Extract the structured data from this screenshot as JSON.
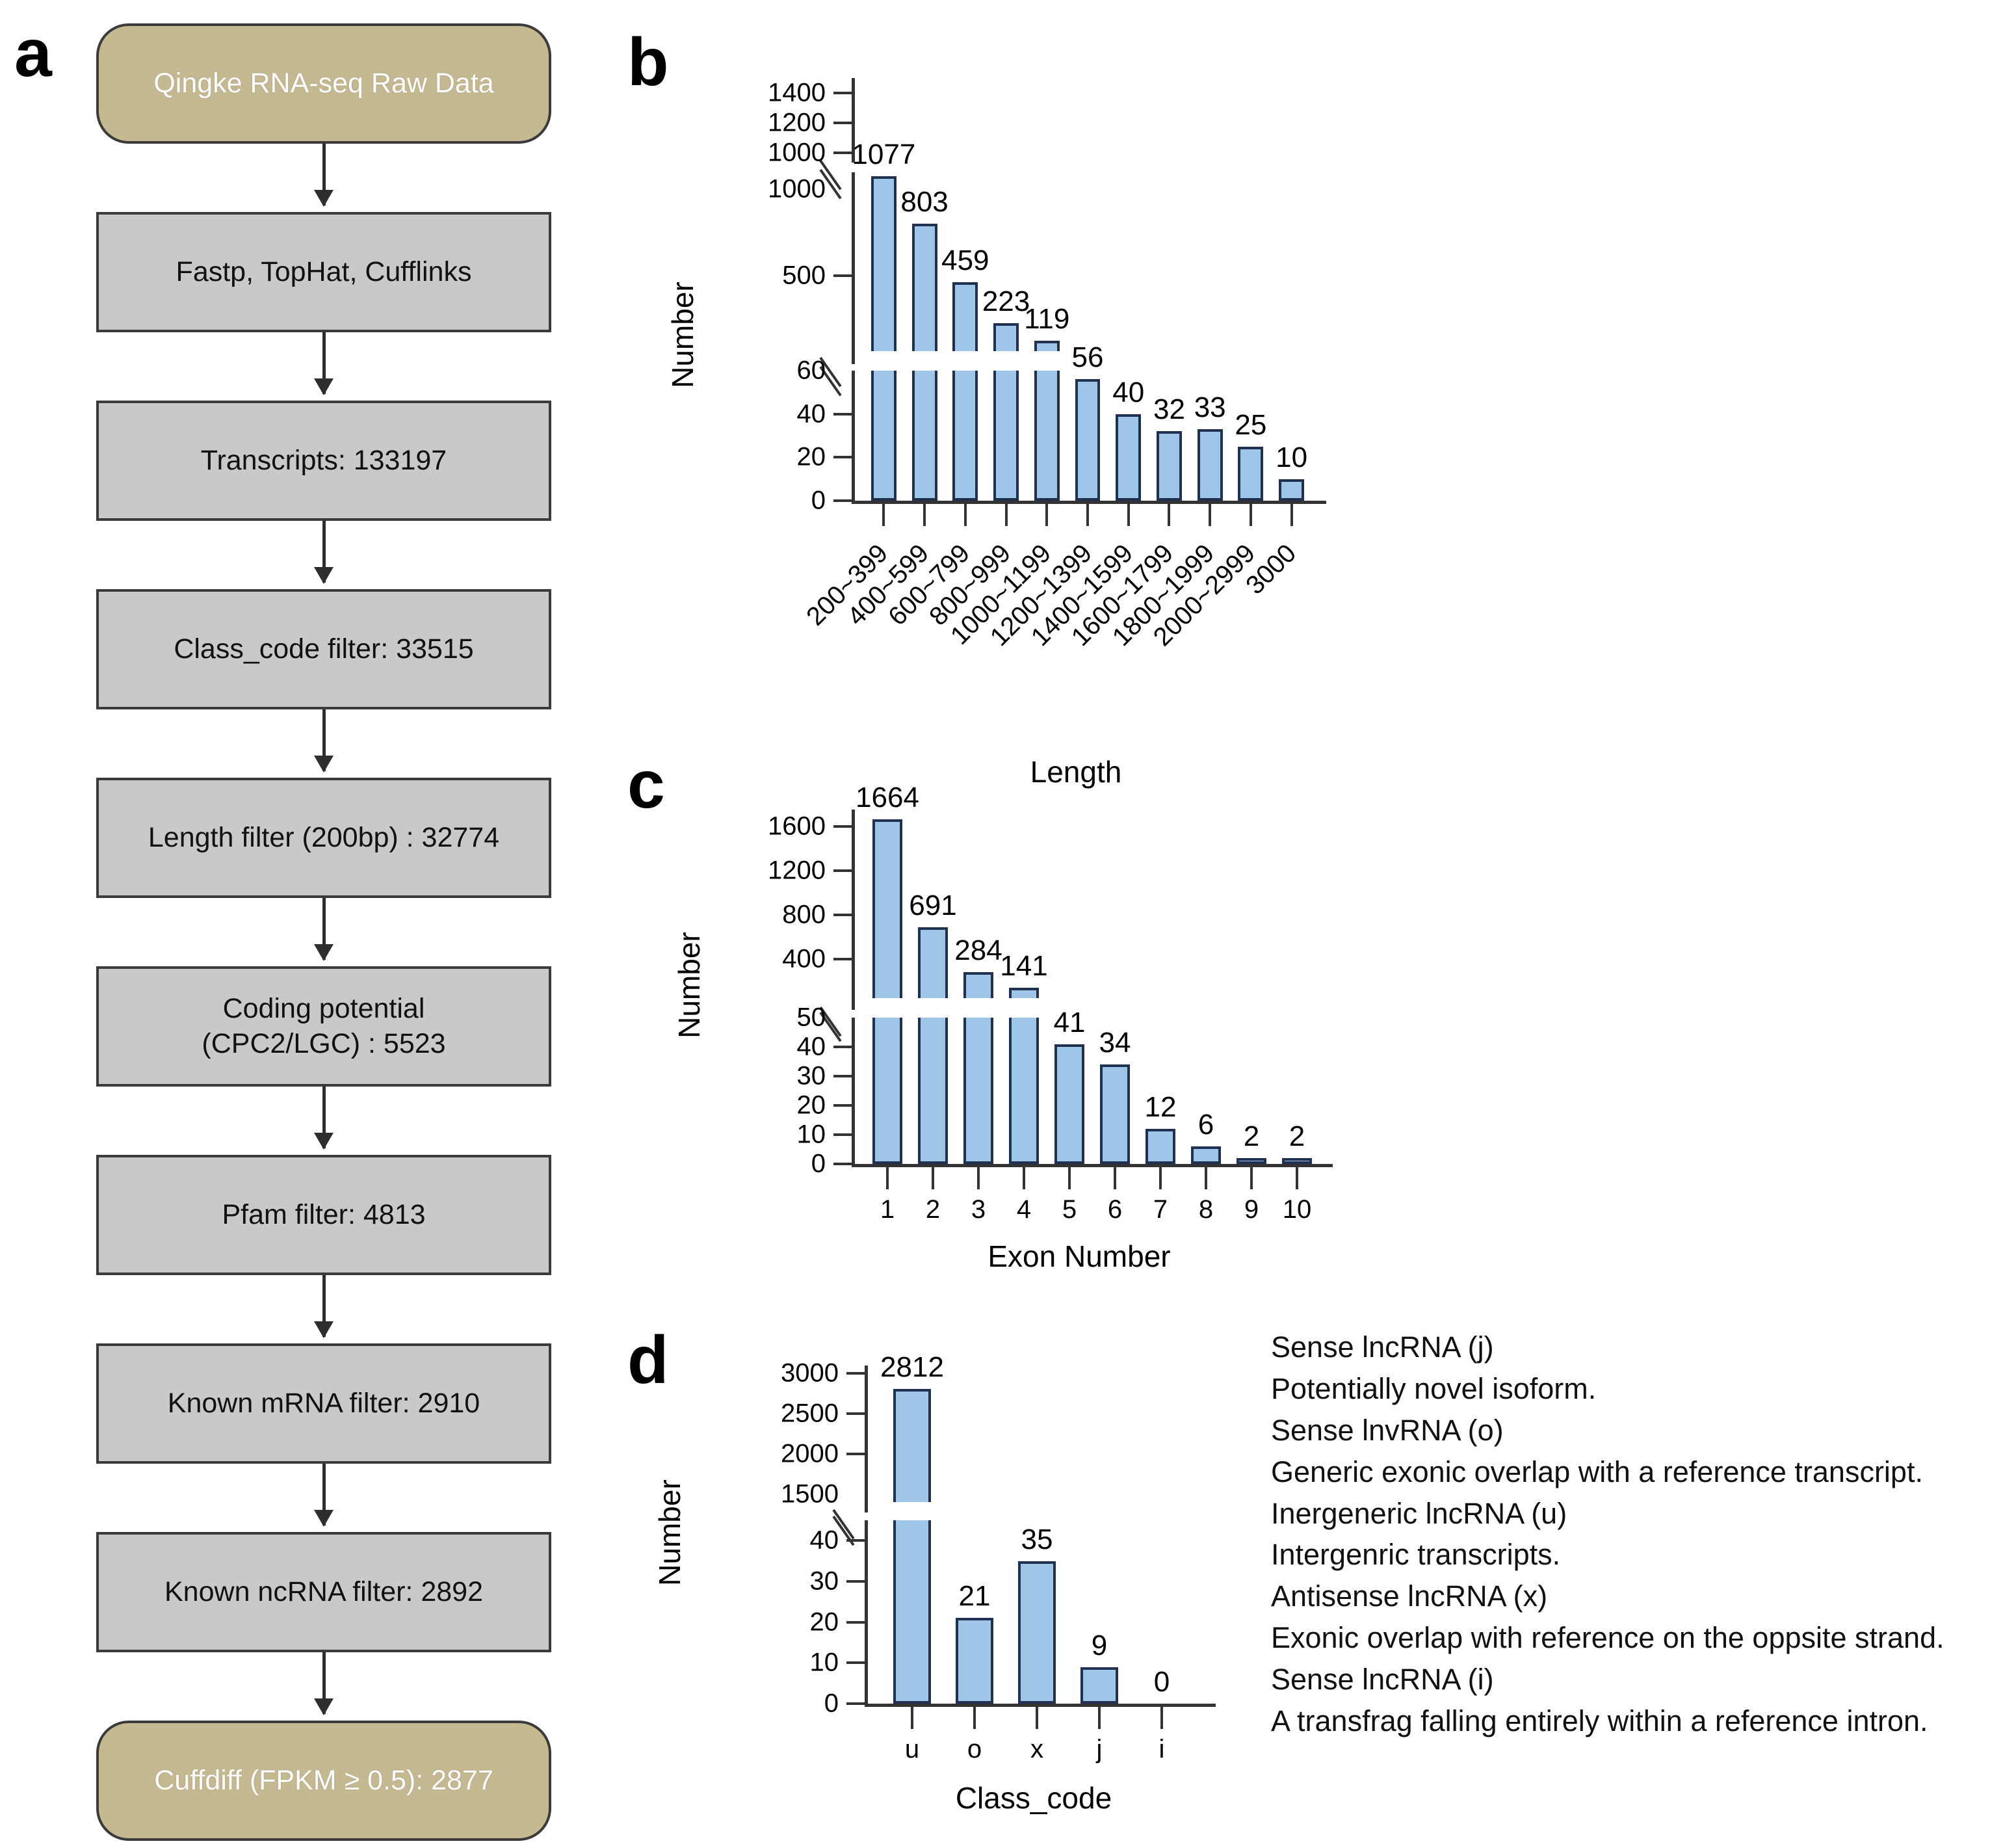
{
  "panels": {
    "a": "a",
    "b": "b",
    "c": "c",
    "d": "d"
  },
  "flowchart": {
    "nodes": [
      {
        "label": "Qingke RNA-seq  Raw  Data",
        "style": "rounded"
      },
      {
        "label": "Fastp, TopHat,  Cufflinks",
        "style": "box"
      },
      {
        "label": "Transcripts: 133197",
        "style": "box"
      },
      {
        "label": "Class_code filter: 33515",
        "style": "box"
      },
      {
        "label": "Length filter (200bp) : 32774",
        "style": "box"
      },
      {
        "label": "Coding potential\n(CPC2/LGC) : 5523",
        "style": "box"
      },
      {
        "label": "Pfam filter: 4813",
        "style": "box"
      },
      {
        "label": "Known mRNA filter: 2910",
        "style": "box"
      },
      {
        "label": "Known ncRNA filter: 2892",
        "style": "box"
      },
      {
        "label": "Cuffdiff (FPKM ≥ 0.5): 2877",
        "style": "rounded"
      }
    ],
    "colors": {
      "box_fill": "#c9c9c9",
      "rounded_fill": "#c5b992",
      "border": "#3b3b3b"
    }
  },
  "chart_data": [
    {
      "id": "b",
      "type": "bar",
      "title": "",
      "xlabel": "Length",
      "ylabel": "Number",
      "categories": [
        "200~399",
        "400~599",
        "600~799",
        "800~999",
        "1000~1199",
        "1200~1399",
        "1400~1599",
        "1600~1799",
        "1800~1999",
        "2000~2999",
        "3000"
      ],
      "values": [
        1077,
        803,
        459,
        223,
        119,
        56,
        40,
        32,
        33,
        25,
        10
      ],
      "value_labels": [
        "1077",
        "803",
        "459",
        "223",
        "119",
        "56",
        "40",
        "32",
        "33",
        "25",
        "10"
      ],
      "broken_axis": true,
      "segments": [
        {
          "name": "top",
          "ticks": [
            "1400",
            "1200",
            "1000"
          ],
          "range": [
            1000,
            1500
          ]
        },
        {
          "name": "middle",
          "ticks": [
            "1000",
            "500"
          ],
          "range": [
            60,
            1100
          ]
        },
        {
          "name": "bottom",
          "ticks": [
            "60",
            "40",
            "20",
            "0"
          ],
          "range": [
            0,
            60
          ]
        }
      ],
      "bar_color": "#9fc5e8",
      "bar_border": "#1f3050",
      "grid": false,
      "legend": "none"
    },
    {
      "id": "c",
      "type": "bar",
      "title": "",
      "xlabel": "Exon Number",
      "ylabel": "Number",
      "categories": [
        "1",
        "2",
        "3",
        "4",
        "5",
        "6",
        "7",
        "8",
        "9",
        "10"
      ],
      "values": [
        1664,
        691,
        284,
        141,
        41,
        34,
        12,
        6,
        2,
        2
      ],
      "value_labels": [
        "1664",
        "691",
        "284",
        "141",
        "41",
        "34",
        "12",
        "6",
        "2",
        "2"
      ],
      "broken_axis": true,
      "segments": [
        {
          "name": "top",
          "ticks": [
            "1600",
            "1200",
            "800",
            "400"
          ],
          "range": [
            50,
            1750
          ]
        },
        {
          "name": "bottom",
          "ticks": [
            "50",
            "40",
            "30",
            "20",
            "10",
            "0"
          ],
          "range": [
            0,
            50
          ]
        }
      ],
      "bar_color": "#9fc5e8",
      "bar_border": "#1f3050",
      "grid": false,
      "legend": "none"
    },
    {
      "id": "d",
      "type": "bar",
      "title": "",
      "xlabel": "Class_code",
      "ylabel": "Number",
      "categories": [
        "u",
        "o",
        "x",
        "j",
        "i"
      ],
      "values": [
        2812,
        21,
        35,
        9,
        0
      ],
      "value_labels": [
        "2812",
        "21",
        "35",
        "9",
        "0"
      ],
      "broken_axis": true,
      "segments": [
        {
          "name": "top",
          "ticks": [
            "3000",
            "2500",
            "2000",
            "1500"
          ],
          "range": [
            1400,
            3100
          ]
        },
        {
          "name": "bottom",
          "ticks": [
            "40",
            "30",
            "20",
            "10",
            "0"
          ],
          "range": [
            0,
            45
          ]
        }
      ],
      "bar_color": "#9fc5e8",
      "bar_border": "#1f3050",
      "grid": false,
      "legend_lines": [
        "Sense lncRNA (j)",
        "Potentially  novel isoform.",
        "Sense lnvRNA (o)",
        "Generic  exonic overlap  with a reference  transcript.",
        "Inergeneric lncRNA (u)",
        "Intergenric transcripts.",
        "Antisense lncRNA (x)",
        "Exonic overlap with reference  on the  oppsite strand.",
        "Sense lncRNA (i)",
        "A transfrag falling entirely within a reference intron."
      ]
    }
  ]
}
